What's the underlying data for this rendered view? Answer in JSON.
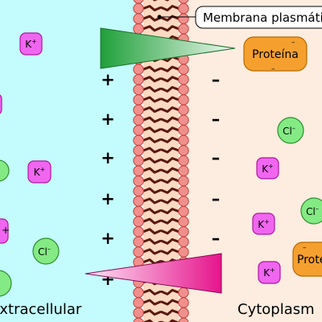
{
  "colors": {
    "extracellular_bg": "#c4fbfd",
    "cytoplasm_bg": "#fdece0",
    "lipid_head_fill": "#f0908d",
    "lipid_head_stroke": "#c8413c",
    "lipid_tail": "#5a1810",
    "potassium_fill": "#f066f0",
    "potassium_stroke": "#b0189f",
    "chloride_fill": "#84ea84",
    "chloride_stroke": "#2f8f2f",
    "protein_fill": "#f5a02e",
    "protein_stroke": "#b76a00",
    "triangle_green": "#1fa03a",
    "triangle_magenta": "#e6148c"
  },
  "labels": {
    "membrane": "Membrana plasmática",
    "protein": "Proteína",
    "extracellular": "Extracellular",
    "cytoplasm": "Cytoplasm"
  },
  "ions": {
    "potassium": "K",
    "chloride": "Cl"
  },
  "charges": {
    "positive": "+",
    "negative": "–"
  }
}
